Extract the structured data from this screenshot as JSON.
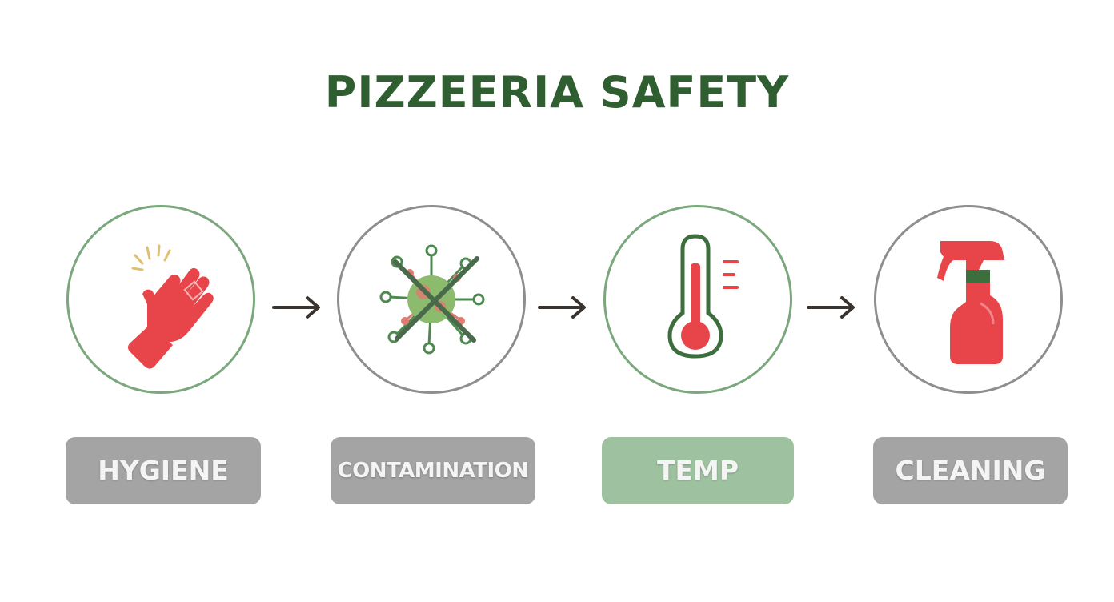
{
  "title": "PIZZEERIA SAFETY",
  "steps": [
    {
      "label": "HYGIENE",
      "icon": "glove-icon",
      "style": "green"
    },
    {
      "label": "CONTAMINATION",
      "icon": "no-germs-icon",
      "style": "grey"
    },
    {
      "label": "TEMP",
      "icon": "thermometer-icon",
      "style": "green"
    },
    {
      "label": "CLEANING",
      "icon": "spray-bottle-icon",
      "style": "grey"
    }
  ],
  "colors": {
    "title": "#2f5f30",
    "icon_red": "#e8454a",
    "icon_green": "#4e8a4f",
    "circle_green": "#7ba77d",
    "circle_grey": "#8e8e8e",
    "label_grey": "#a4a4a4",
    "label_green": "#9ec29f",
    "arrow": "#3b332d"
  }
}
